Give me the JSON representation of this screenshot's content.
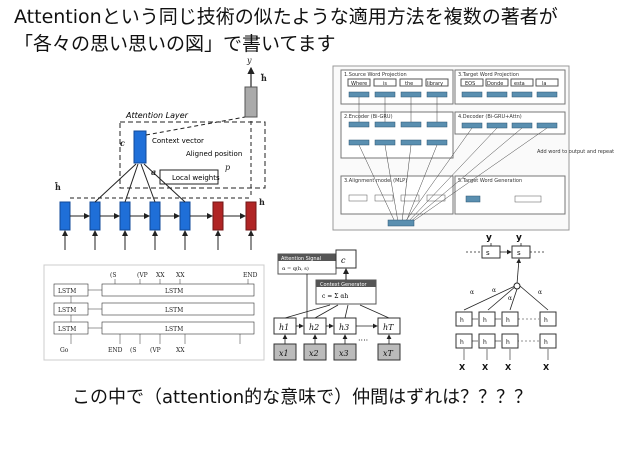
{
  "heading": {
    "line1": "Attentionという同じ技術の似たような適用方法を複数の著者が",
    "line2": "「各々の思い思いの図」で書いてます"
  },
  "caption": "この中で（attention的な意味で）仲間はずれは？？？？",
  "figure1": {
    "yt": "y",
    "ht_tilde": "h̃",
    "attention_layer": "Attention Layer",
    "ct": "c",
    "context_vector": "Context vector",
    "aligned_position": "Aligned position",
    "pt": "p",
    "at": "a",
    "local_weights": "Local weights",
    "hs_bar": "h̄",
    "ht": "h"
  },
  "figure2": {
    "source_proj": "1.Source Word Projection",
    "target_proj": "3.Target Word Projection",
    "encoder": "2.Encoder (Bi-GRU)",
    "decoder": "4.Decoder (Bi-GRU+Attn)",
    "alignment": "3.Alignment model (MLP)",
    "generation": "5.Target Word Generation",
    "src_words": [
      "Where",
      "is",
      "the",
      "library"
    ],
    "tgt_words": [
      "EOS",
      "Donde",
      "esta",
      "la"
    ],
    "note": "Add word to output and repeat"
  },
  "figure3": {
    "rows": [
      "LSTM",
      "LSTM",
      "LSTM"
    ],
    "top_tokens": [
      "(S",
      "(VP",
      "XX",
      "XX",
      "END"
    ],
    "bottom_tokens": [
      "Go",
      "END",
      "(S",
      "(VP",
      "XX"
    ]
  },
  "figure4": {
    "signal_title": "Attention Signal",
    "signal_formula": "α = q(h, s)",
    "generator_title": "Context Generator",
    "generator_formula": "c = Σ αh",
    "ct": "c",
    "hidden": [
      "h1",
      "h2",
      "h3",
      "hT"
    ],
    "inputs": [
      "x1",
      "x2",
      "x3",
      "xT"
    ],
    "dots": "····"
  },
  "figure5": {
    "y_prev": "y",
    "y_t": "y",
    "s_prev": "s",
    "s_t": "s",
    "alphas": [
      "α",
      "α",
      "α",
      "α"
    ],
    "inputs": [
      "X",
      "X",
      "X",
      "X"
    ]
  }
}
